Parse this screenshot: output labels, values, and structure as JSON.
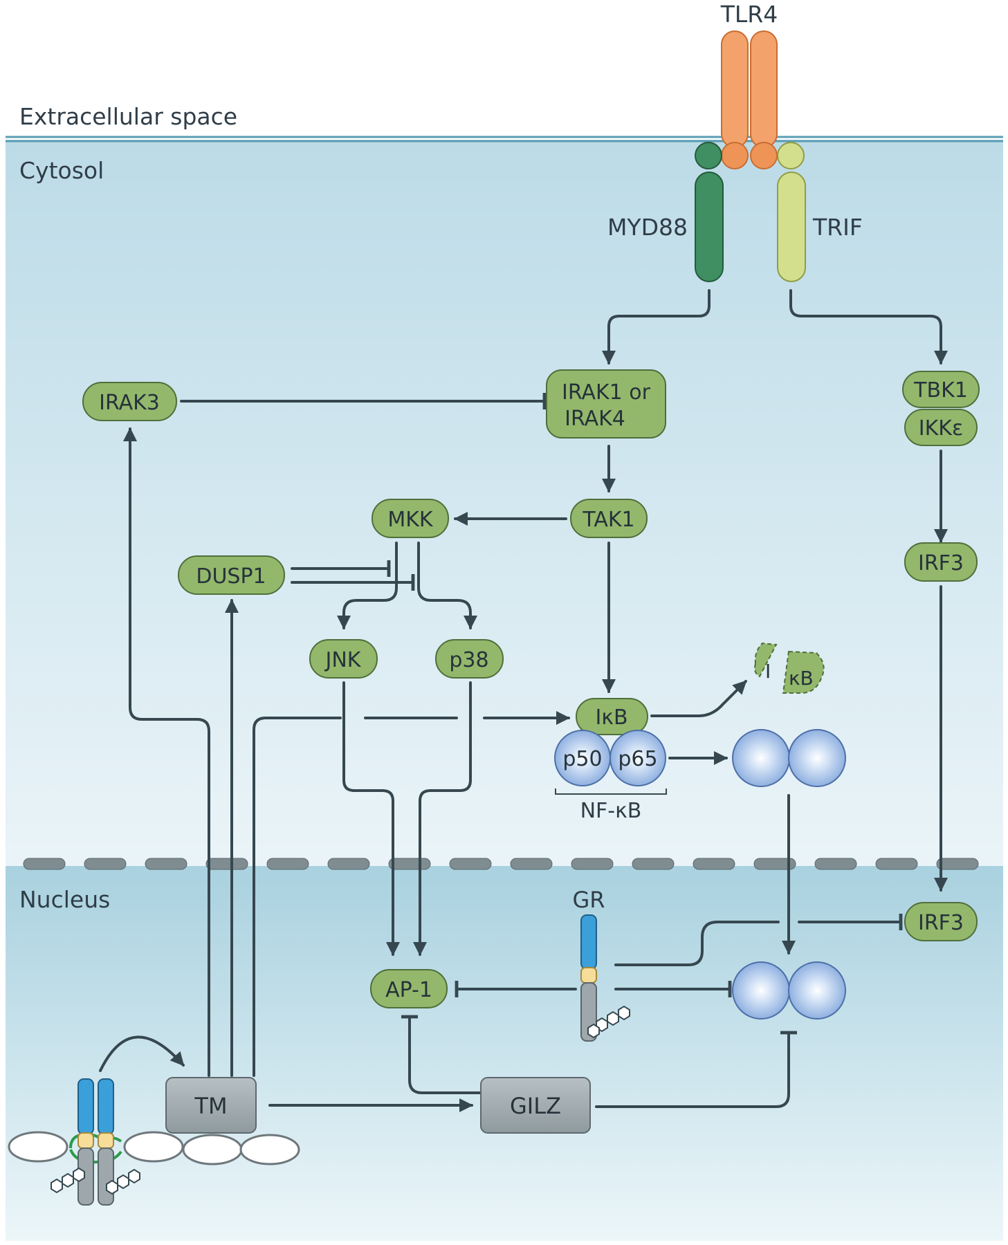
{
  "regions": {
    "extracellular": "Extracellular space",
    "cytosol": "Cytosol",
    "nucleus": "Nucleus"
  },
  "receptors": {
    "tlr4": "TLR4",
    "myd88": "MYD88",
    "trif": "TRIF"
  },
  "nodes": {
    "irak3": "IRAK3",
    "irak1_line1": "IRAK1 or",
    "irak1_line2": "IRAK4",
    "tbk1": "TBK1",
    "ikke": "IKKε",
    "mkk": "MKK",
    "tak1": "TAK1",
    "irf3_cyto": "IRF3",
    "dusp1": "DUSP1",
    "jnk": "JNK",
    "p38": "p38",
    "ikb": "IκB",
    "ikb_deg_left": "I",
    "ikb_deg_right": "κB",
    "p50": "p50",
    "p65": "p65",
    "nfkb": "NF-κB",
    "gr": "GR",
    "irf3_nuc": "IRF3",
    "ap1": "AP-1",
    "tm": "TM",
    "gilz": "GILZ"
  },
  "colors": {
    "node_green": "#93b86c",
    "node_green_stroke": "#4f6f3a",
    "tlr4_orange": "#f2a26a",
    "myd88_green": "#3f8f62",
    "trif_yellow": "#d3df8c",
    "wire": "#36474f",
    "gray_box": "#a4aeb3",
    "nfkb_blue": "#a9c4ea"
  }
}
